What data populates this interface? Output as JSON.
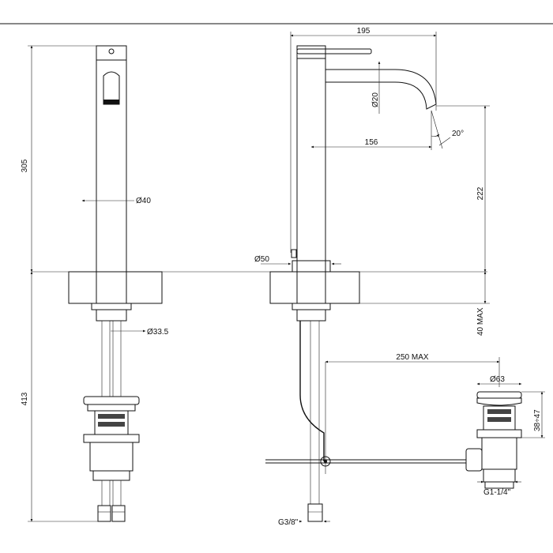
{
  "front_view": {
    "height_top": "305",
    "height_bottom": "413",
    "body_diameter": "Ø40",
    "pipe_diameter": "Ø33.5"
  },
  "side_view": {
    "total_width": "195",
    "spout_reach": "156",
    "spout_diameter": "Ø20",
    "spout_angle": "20°",
    "spout_height": "222",
    "base_diameter": "Ø50",
    "deck_thickness": "40 MAX",
    "waste_distance": "250 MAX",
    "supply_thread": "G3/8\""
  },
  "waste": {
    "cap_diameter": "Ø63",
    "cap_height": "38÷47",
    "thread": "G1-1/4\""
  }
}
